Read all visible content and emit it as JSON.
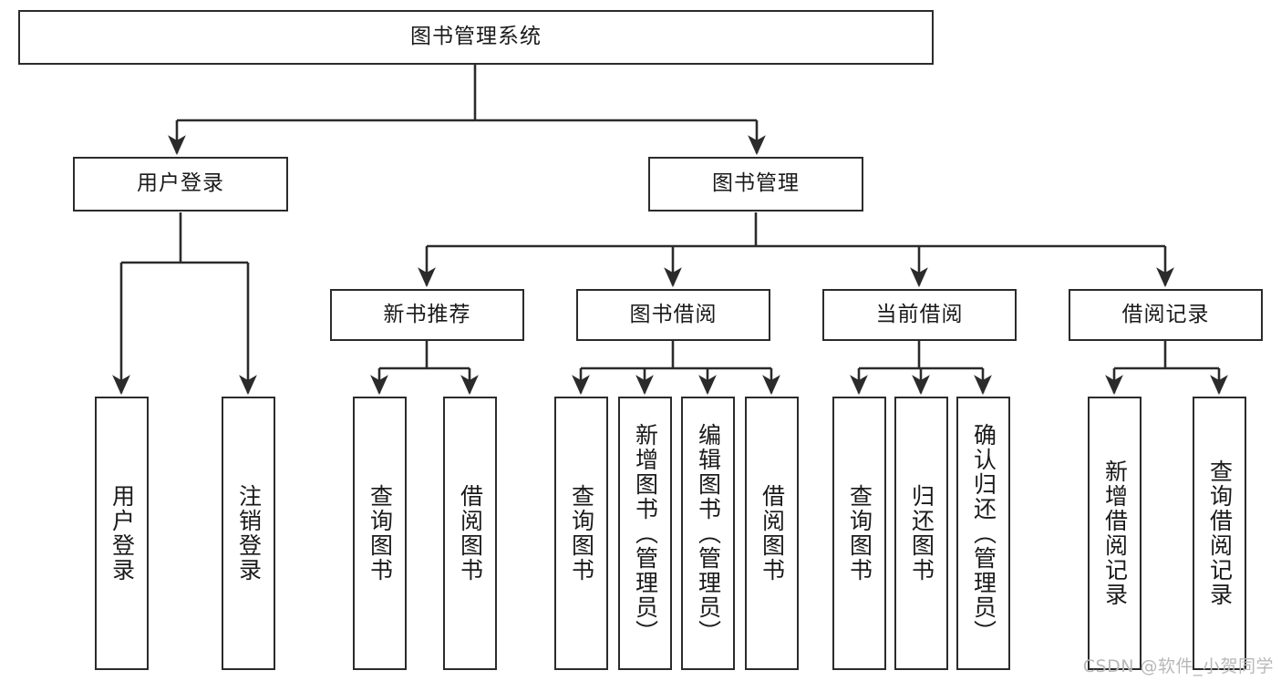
{
  "diagram": {
    "type": "tree-hierarchy",
    "title": "图书管理系统",
    "watermark": "CSDN @软件_小贺同学",
    "colors": {
      "stroke": "#2b2b2b",
      "fill": "#ffffff",
      "text": "#1a1a1a",
      "watermark": "#b8b8b8"
    },
    "levels": {
      "root": {
        "label": "图书管理系统"
      },
      "level2": [
        {
          "label": "用户登录"
        },
        {
          "label": "图书管理"
        }
      ],
      "level3": [
        {
          "label": "新书推荐"
        },
        {
          "label": "图书借阅"
        },
        {
          "label": "当前借阅"
        },
        {
          "label": "借阅记录"
        }
      ],
      "leaves": {
        "user_login": [
          {
            "label": "用户登录"
          },
          {
            "label": "注销登录"
          }
        ],
        "new_book_recommend": [
          {
            "label": "查询图书"
          },
          {
            "label": "借阅图书"
          }
        ],
        "book_borrow": [
          {
            "label": "查询图书"
          },
          {
            "label": "新增图书（管理员）"
          },
          {
            "label": "编辑图书（管理员）"
          },
          {
            "label": "借阅图书"
          }
        ],
        "current_borrow": [
          {
            "label": "查询图书"
          },
          {
            "label": "归还图书"
          },
          {
            "label": "确认归还（管理员）"
          }
        ],
        "borrow_record": [
          {
            "label": "新增借阅记录"
          },
          {
            "label": "查询借阅记录"
          }
        ]
      }
    }
  }
}
